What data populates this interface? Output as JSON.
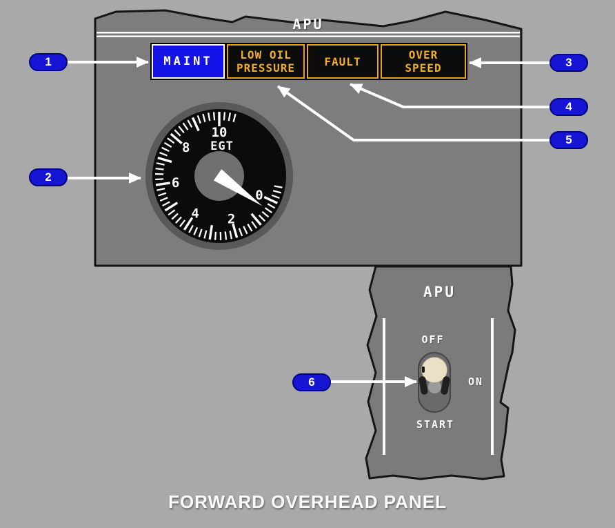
{
  "colors": {
    "background": "#a9a9a9",
    "panel": "#7d7d7d",
    "panel_outline": "#151515",
    "callout_blue": "#1515d3",
    "callout_border": "#020283",
    "maint_blue": "#1412e6",
    "annunciator_amber": "#eca41e",
    "annunciator_black": "#0c0c0c",
    "arrow_white": "#ffffff",
    "knob_cream": "#ebdfc5",
    "gauge_face": "#0b0b0b"
  },
  "upper_panel": {
    "title": "APU",
    "annunciators": [
      {
        "name": "MAINT",
        "line1": "MAINT",
        "line2": "",
        "style": "blue"
      },
      {
        "name": "LOW OIL PRESSURE",
        "line1": "LOW OIL",
        "line2": "PRESSURE",
        "style": "amber"
      },
      {
        "name": "FAULT",
        "line1": "FAULT",
        "line2": "",
        "style": "amber"
      },
      {
        "name": "OVER SPEED",
        "line1": "OVER",
        "line2": "SPEED",
        "style": "amber"
      }
    ],
    "gauge": {
      "type": "dial",
      "label": "EGT",
      "min": 0,
      "max": 10,
      "major_tick_labels": [
        "0",
        "2",
        "4",
        "6",
        "8",
        "10"
      ],
      "minor_tick_step": 0.2,
      "tick_overshoot": 0.6,
      "start_angle_deg": 115,
      "deg_per_unit": 24.5,
      "needle_value": 0.4
    }
  },
  "lower_panel": {
    "title": "APU",
    "switch": {
      "off_label": "OFF",
      "on_label": "ON",
      "start_label": "START",
      "selected": "OFF"
    }
  },
  "callouts": [
    {
      "number": "1",
      "target": "MAINT light"
    },
    {
      "number": "2",
      "target": "EGT gauge"
    },
    {
      "number": "3",
      "target": "OVER SPEED light"
    },
    {
      "number": "4",
      "target": "FAULT light"
    },
    {
      "number": "5",
      "target": "LOW OIL PRESSURE light"
    },
    {
      "number": "6",
      "target": "APU switch"
    }
  ],
  "caption": "FORWARD OVERHEAD PANEL"
}
